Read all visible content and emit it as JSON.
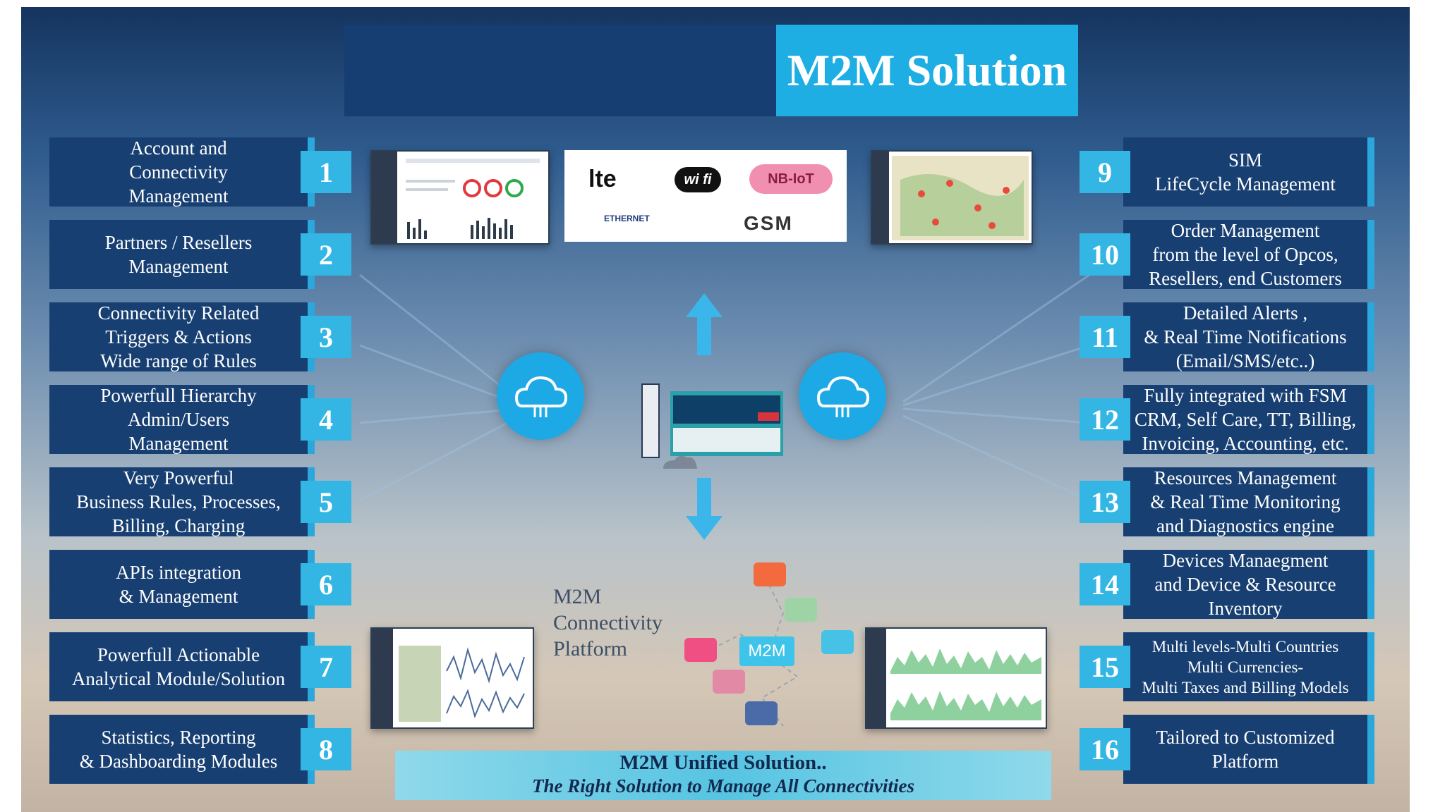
{
  "title": "M2M Solution",
  "colors": {
    "navy": "#173f72",
    "accent": "#2aa8dc",
    "title_bg": "#1eaee3",
    "num_bg": "#33b6e4"
  },
  "features_left": [
    {
      "num": "1",
      "lines": [
        "Account and",
        "Connectivity",
        "Management"
      ]
    },
    {
      "num": "2",
      "lines": [
        "Partners / Resellers",
        "Management"
      ]
    },
    {
      "num": "3",
      "lines": [
        "Connectivity Related",
        "Triggers & Actions",
        "Wide range of Rules"
      ]
    },
    {
      "num": "4",
      "lines": [
        "Powerfull  Hierarchy",
        "Admin/Users",
        "Management"
      ]
    },
    {
      "num": "5",
      "lines": [
        "Very Powerful",
        "Business Rules, Processes,",
        "Billing, Charging"
      ]
    },
    {
      "num": "6",
      "lines": [
        "APIs integration",
        "& Management"
      ]
    },
    {
      "num": "7",
      "lines": [
        "Powerfull Actionable",
        "Analytical  Module/Solution"
      ]
    },
    {
      "num": "8",
      "lines": [
        "Statistics, Reporting",
        "& Dashboarding Modules"
      ]
    }
  ],
  "features_right": [
    {
      "num": "9",
      "lines": [
        "SIM",
        "LifeCycle Management"
      ]
    },
    {
      "num": "10",
      "lines": [
        "Order Management",
        "from the level of Opcos,",
        "Resellers, end Customers"
      ]
    },
    {
      "num": "11",
      "lines": [
        "Detailed Alerts ,",
        "& Real Time  Notifications",
        "(Email/SMS/etc..)"
      ]
    },
    {
      "num": "12",
      "lines": [
        "Fully integrated with FSM",
        "CRM, Self Care, TT, Billing,",
        "Invoicing, Accounting, etc."
      ]
    },
    {
      "num": "13",
      "lines": [
        "Resources Management",
        "& Real Time Monitoring",
        "and Diagnostics engine"
      ]
    },
    {
      "num": "14",
      "lines": [
        "Devices Manaegment",
        "and Device & Resource",
        "Inventory"
      ]
    },
    {
      "num": "15",
      "lines": [
        "Multi levels-Multi Countries",
        "Multi Currencies-",
        "Multi Taxes and Billing Models"
      ]
    },
    {
      "num": "16",
      "lines": [
        "Tailored to Customized",
        "Platform"
      ]
    }
  ],
  "technologies": [
    "lte",
    "wi fi",
    "NB-IoT",
    "ETHERNET",
    "GSM"
  ],
  "platform_label": [
    "M2M",
    "Connectivity",
    "Platform"
  ],
  "m2m_badge": "M2M",
  "banner": {
    "line1": "M2M Unified Solution..",
    "line2": "The Right Solution to Manage All Connectivities"
  },
  "icons": [
    "cloud-icon",
    "arrow-up-icon",
    "arrow-down-icon",
    "sim-card-icon",
    "server-icon"
  ]
}
